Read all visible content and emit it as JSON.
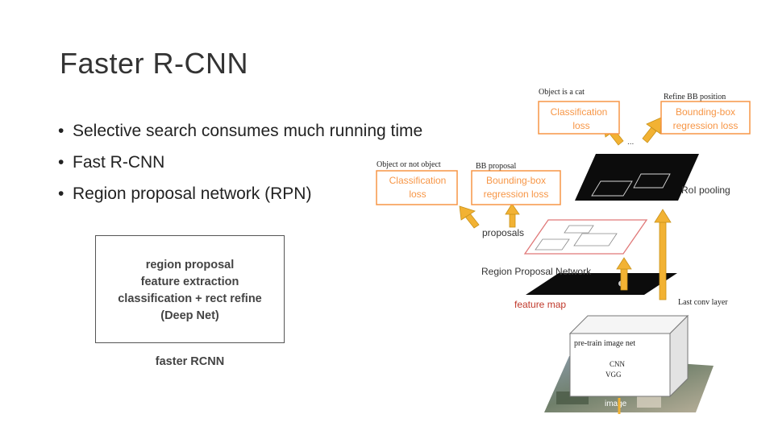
{
  "title": "Faster R-CNN",
  "bullets": [
    "Selective search  consumes much running time",
    "Fast R-CNN",
    "Region proposal network (RPN)"
  ],
  "pipeline": {
    "lines": [
      "region proposal",
      "feature extraction",
      "classification + rect refine",
      "(Deep Net)"
    ],
    "caption": "faster RCNN"
  },
  "diagram": {
    "object_is_cat": "Object is a cat",
    "refine_bb": "Refine BB position",
    "top_cls": [
      "Classification",
      "loss"
    ],
    "top_bb": [
      "Bounding-box",
      "regression loss"
    ],
    "dots": "...",
    "object_or_not": "Object or not object",
    "bb_proposal": "BB proposal",
    "mid_cls": [
      "Classification",
      "loss"
    ],
    "mid_bb": [
      "Bounding-box",
      "regression loss"
    ],
    "roi_pooling": "RoI pooling",
    "proposals": "proposals",
    "rpn": "Region Proposal Network",
    "feature_map": "feature map",
    "last_conv": "Last conv layer",
    "pretrain": "pre-train image net",
    "cnn": "CNN",
    "vgg": "VGG",
    "image": "image"
  },
  "colors": {
    "orange": "#f79646",
    "arrow": "#f2b233",
    "arrow_stroke": "#c9921a",
    "pink": "#e07878",
    "feature_red": "#c0392b"
  }
}
